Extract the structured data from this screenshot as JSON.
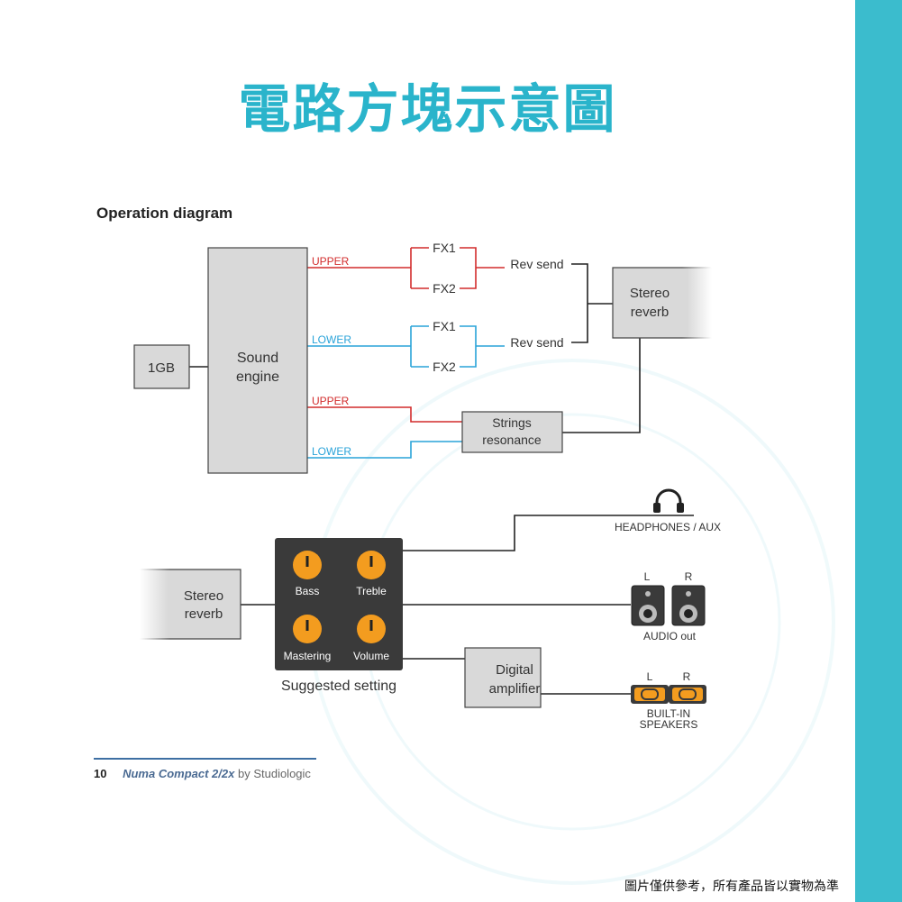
{
  "page_title": "電路方塊示意圖",
  "section_title": "Operation diagram",
  "blocks": {
    "gb": "1GB",
    "sound_engine": [
      "Sound",
      "engine"
    ],
    "stereo_reverb": [
      "Stereo",
      "reverb"
    ],
    "strings_resonance": [
      "Strings",
      "resonance"
    ],
    "digital_amplifier": [
      "Digital",
      "amplifier"
    ]
  },
  "signals": {
    "upper_1": "UPPER",
    "lower_1": "LOWER",
    "upper_2": "UPPER",
    "lower_2": "LOWER",
    "fx1_a": "FX1",
    "fx2_a": "FX2",
    "fx1_b": "FX1",
    "fx2_b": "FX2",
    "rev_send_a": "Rev send",
    "rev_send_b": "Rev send"
  },
  "controls": {
    "knobs": [
      "Bass",
      "Treble",
      "Mastering",
      "Volume"
    ],
    "caption": "Suggested setting"
  },
  "outputs": {
    "headphones": "HEADPHONES / AUX",
    "audio_out": "AUDIO out",
    "audio_l": "L",
    "audio_r": "R",
    "speakers_l": "L",
    "speakers_r": "R",
    "speakers": [
      "BUILT-IN",
      "SPEAKERS"
    ]
  },
  "footer": {
    "page_number": "10",
    "model": "Numa Compact 2/2x",
    "brand": "by Studiologic"
  },
  "disclaimer": "圖片僅供參考，所有產品皆以實物為準",
  "colors": {
    "title": "#2ab4cb",
    "side_bar": "#3bbccd",
    "upper": "#d22c2c",
    "lower": "#29a3d9",
    "block_fill": "#d9d9d9",
    "panel": "#3a3a3a",
    "knob": "#f39c1f"
  }
}
